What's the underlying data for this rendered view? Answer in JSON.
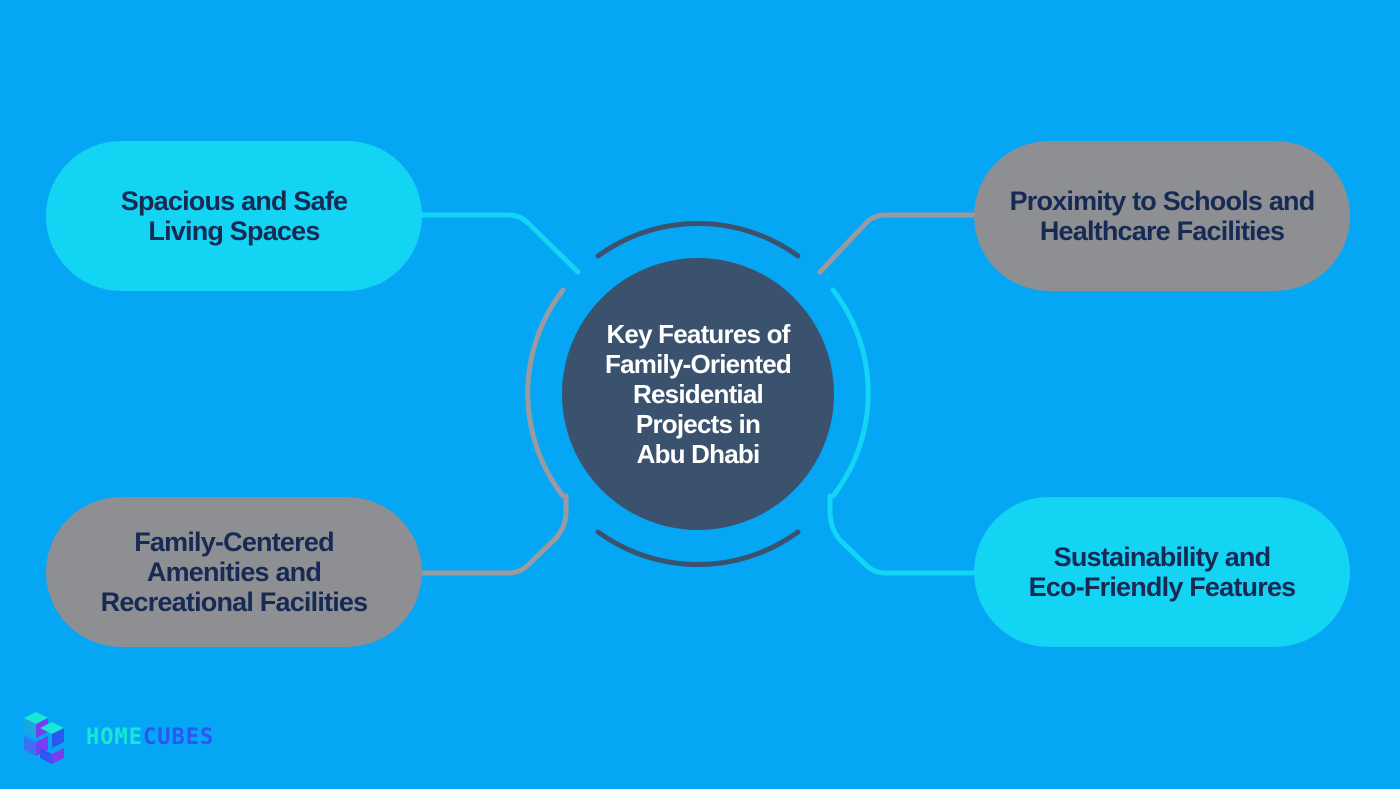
{
  "center": {
    "title": "Key Features of\nFamily-Oriented\nResidential\nProjects in\nAbu Dhabi"
  },
  "features": {
    "top_left": "Spacious and Safe\nLiving Spaces",
    "top_right": "Proximity to Schools and\nHealthcare Facilities",
    "bottom_left": "Family-Centered\nAmenities and\nRecreational Facilities",
    "bottom_right": "Sustainability and\nEco-Friendly Features"
  },
  "brand": {
    "word_a": "HOME",
    "word_b": "CUBES",
    "logo_icon": "cube-logo-icon"
  },
  "colors": {
    "background": "#05a6f4",
    "cyan_pill": "#14d4f4",
    "gray_pill": "#8e8f93",
    "hub": "#3b526f",
    "text_dark": "#172a54",
    "connector_cyan": "#14d4f4",
    "connector_gray": "#9a9ba0",
    "ring_dark": "#3b526f"
  }
}
